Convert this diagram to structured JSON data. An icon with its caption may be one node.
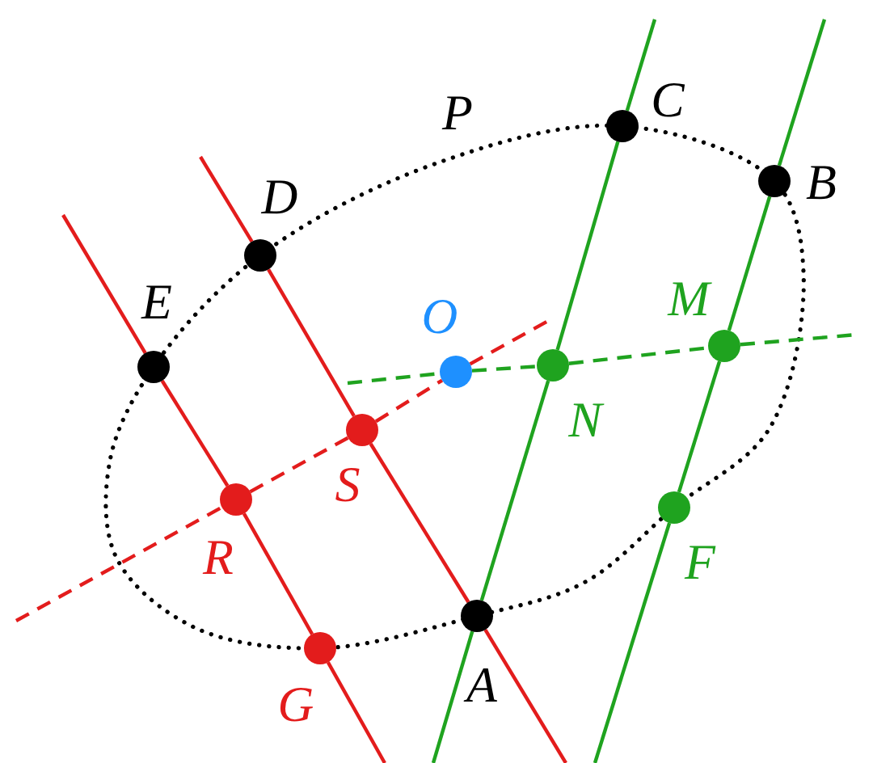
{
  "diagram": {
    "nodes": [
      {
        "text": [
          "C"
        ]
      },
      {
        "text": [
          "B"
        ]
      },
      {
        "text": [
          "D"
        ]
      },
      {
        "text": [
          "E"
        ]
      },
      {
        "text": [
          "O"
        ]
      },
      {
        "text": [
          "M"
        ]
      },
      {
        "text": [
          "N"
        ]
      },
      {
        "text": [
          "S"
        ]
      },
      {
        "text": [
          "R"
        ]
      },
      {
        "text": [
          "F"
        ]
      },
      {
        "text": [
          "A"
        ]
      },
      {
        "text": [
          "G"
        ]
      }
    ],
    "edges": [
      {
        "from": null,
        "to": 3,
        "arrow": "none",
        "color": "#e31c1c"
      },
      {
        "from": 3,
        "to": 8,
        "arrow": "none",
        "color": "#e31c1c"
      },
      {
        "from": 8,
        "to": 11,
        "arrow": "none",
        "color": "#e31c1c"
      },
      {
        "from": 11,
        "to": null,
        "arrow": "none",
        "color": "#e31c1c"
      },
      {
        "from": null,
        "to": 2,
        "arrow": "none",
        "color": "#e31c1c"
      },
      {
        "from": 2,
        "to": 7,
        "arrow": "none",
        "color": "#e31c1c"
      },
      {
        "from": 7,
        "to": 10,
        "arrow": "none",
        "color": "#e31c1c"
      },
      {
        "from": 10,
        "to": null,
        "arrow": "none",
        "color": "#e31c1c"
      },
      {
        "from": null,
        "to": 0,
        "arrow": "none",
        "color": "#1fa31f"
      },
      {
        "from": 0,
        "to": 6,
        "arrow": "none",
        "color": "#1fa31f"
      },
      {
        "from": 6,
        "to": 10,
        "arrow": "none",
        "color": "#1fa31f"
      },
      {
        "from": 10,
        "to": null,
        "arrow": "none",
        "color": "#1fa31f"
      },
      {
        "from": null,
        "to": 1,
        "arrow": "none",
        "color": "#1fa31f"
      },
      {
        "from": 1,
        "to": 5,
        "arrow": "none",
        "color": "#1fa31f"
      },
      {
        "from": 5,
        "to": 9,
        "arrow": "none",
        "color": "#1fa31f"
      },
      {
        "from": 9,
        "to": null,
        "arrow": "none",
        "color": "#1fa31f"
      },
      {
        "from": null,
        "to": 8,
        "arrow": "none",
        "style": "dashed",
        "color": "#e31c1c"
      },
      {
        "from": 8,
        "to": 7,
        "arrow": "none",
        "style": "dashed",
        "color": "#e31c1c"
      },
      {
        "from": 7,
        "to": 4,
        "arrow": "none",
        "style": "dashed",
        "color": "#e31c1c"
      },
      {
        "from": 4,
        "to": null,
        "arrow": "none",
        "style": "dashed",
        "color": "#e31c1c"
      },
      {
        "from": null,
        "to": 4,
        "arrow": "none",
        "style": "dashed",
        "color": "#1fa31f"
      },
      {
        "from": 4,
        "to": 6,
        "arrow": "none",
        "style": "dashed",
        "color": "#1fa31f"
      },
      {
        "from": 6,
        "to": 5,
        "arrow": "none",
        "style": "dashed",
        "color": "#1fa31f"
      },
      {
        "from": 5,
        "to": null,
        "arrow": "none",
        "style": "dashed",
        "color": "#1fa31f"
      }
    ],
    "labels": [
      "P"
    ]
  }
}
